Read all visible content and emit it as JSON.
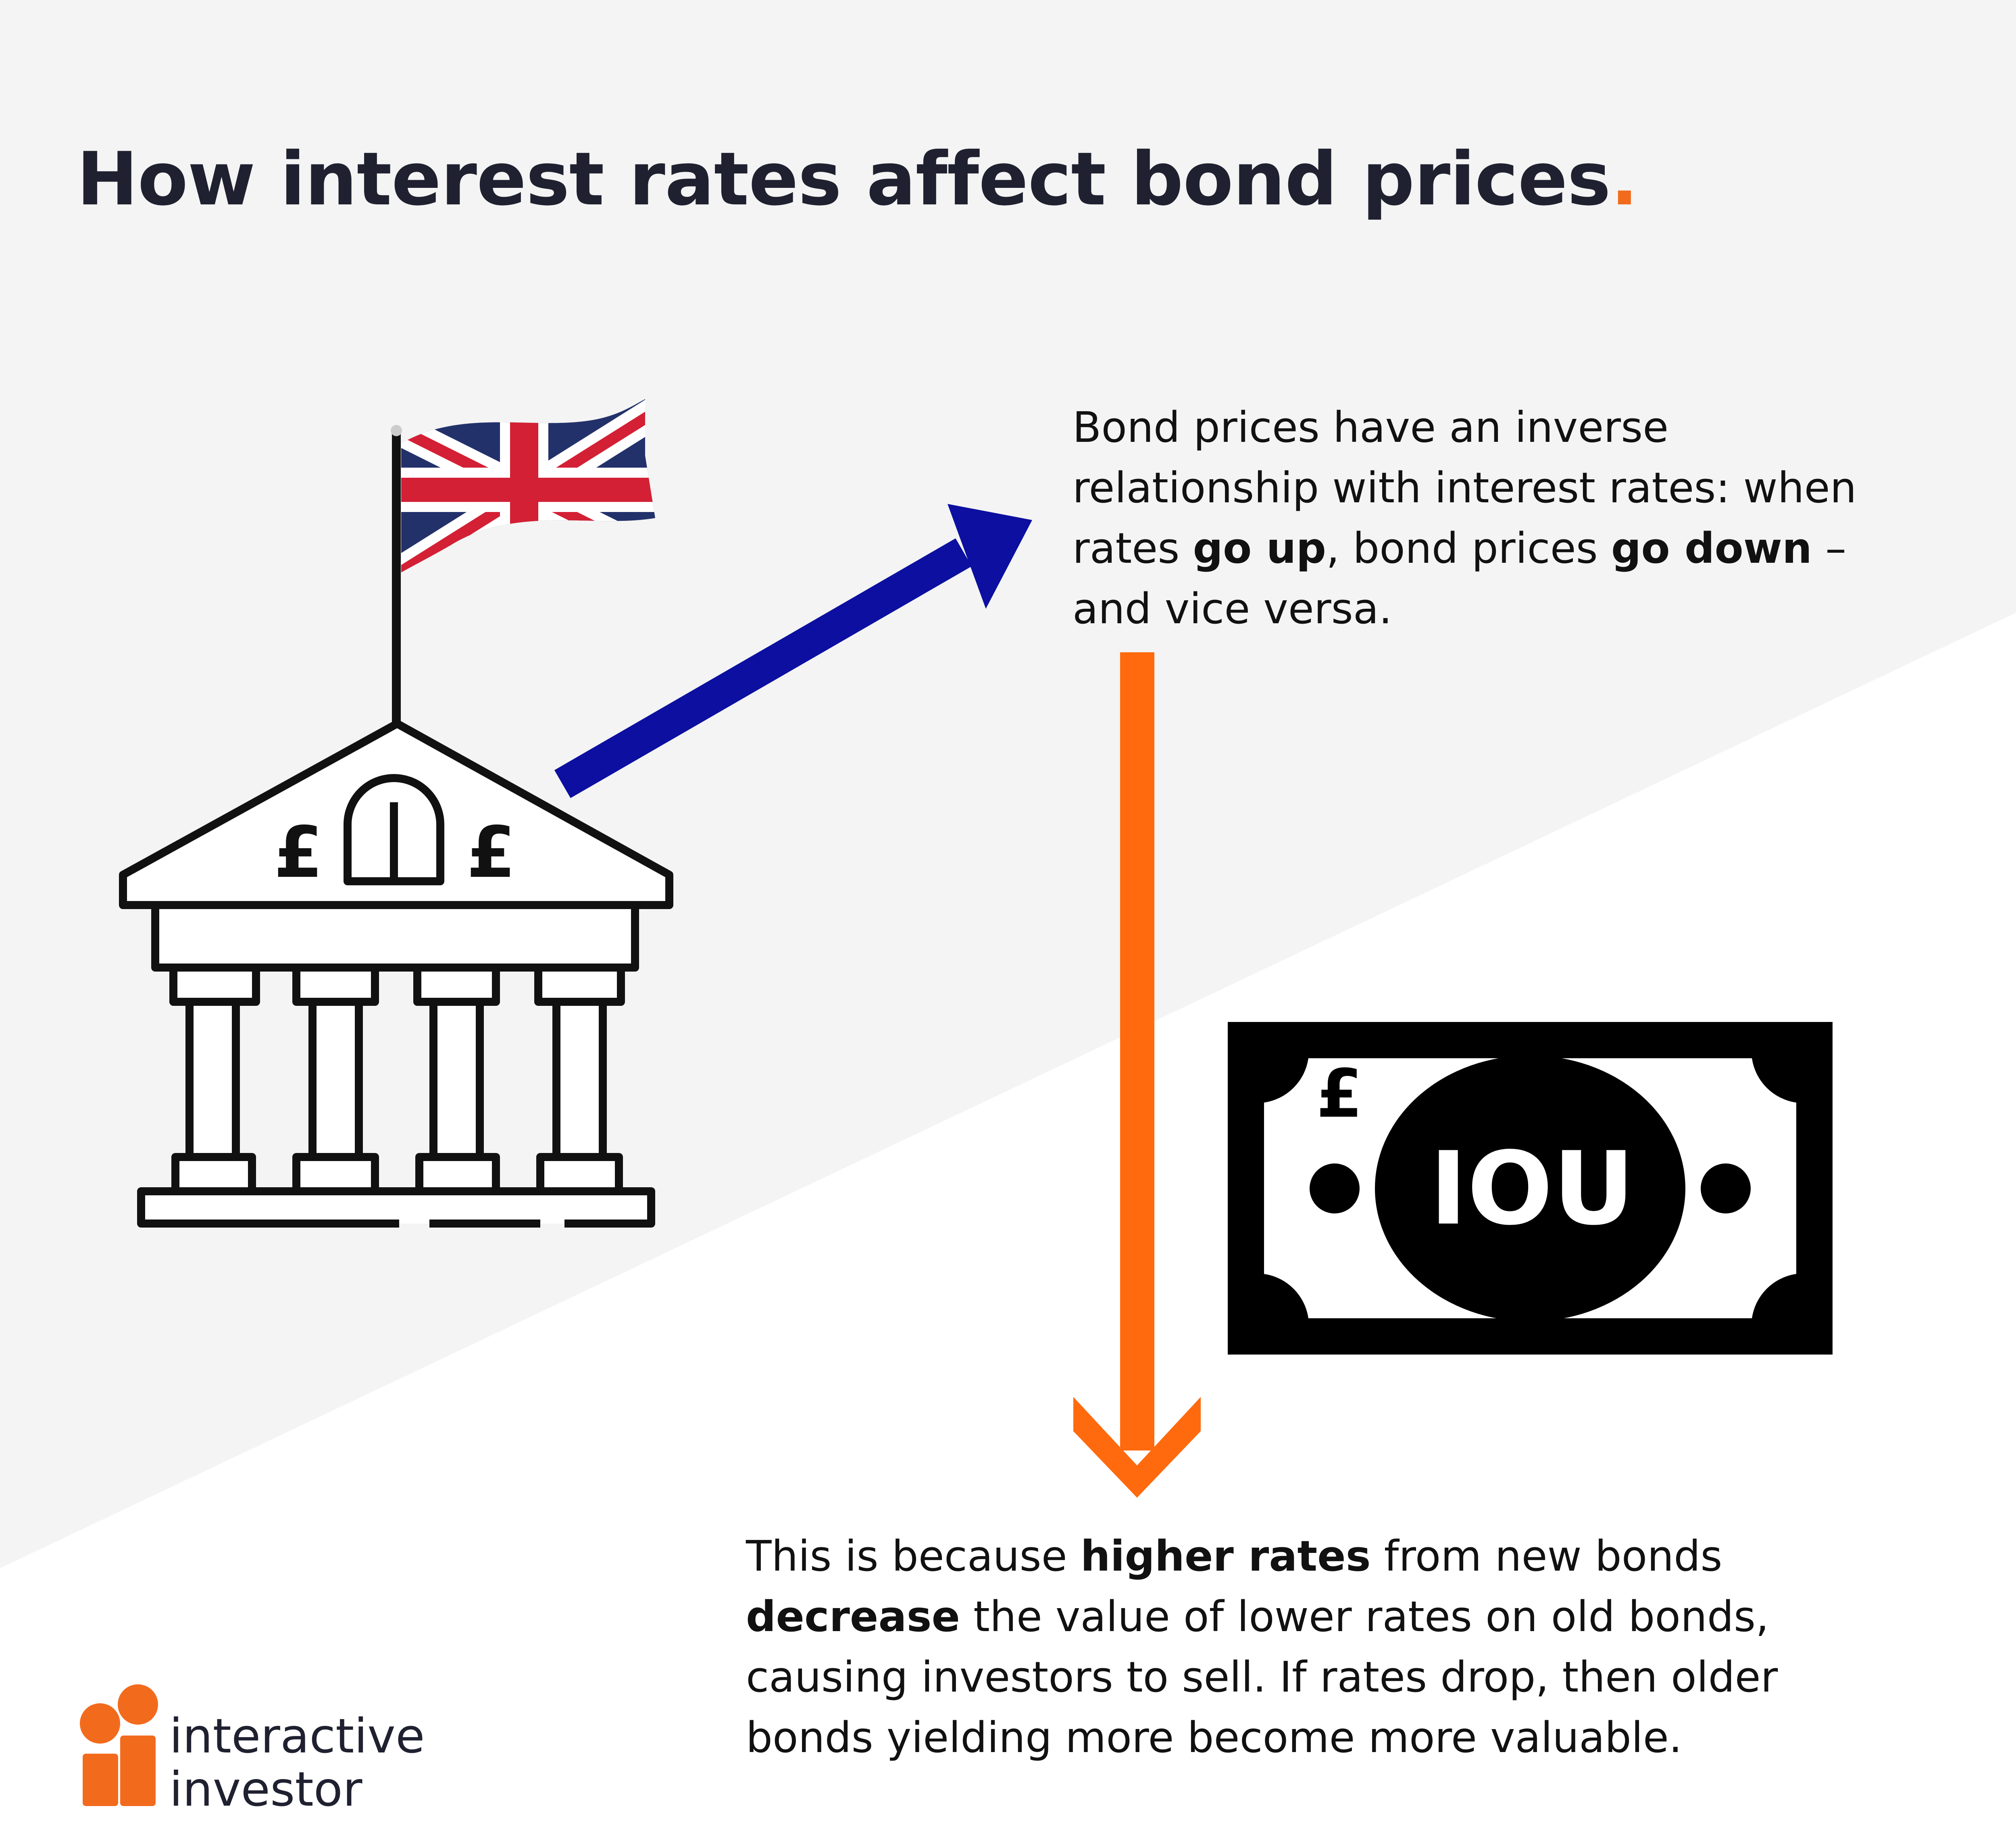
{
  "title": {
    "text": "How interest rates affect bond prices",
    "dot": "."
  },
  "paragraph_1": {
    "t1": "Bond prices have an inverse relationship with interest rates: when rates ",
    "b1": "go up",
    "t2": ", bond prices ",
    "b2": "go down",
    "t3": " – and vice versa."
  },
  "paragraph_2": {
    "t1": "This is because ",
    "b1": "higher rates",
    "t2": " from new bonds ",
    "b2": "decrease",
    "t3": " the value of lower rates on old bonds, causing investors to sell. If rates drop, then older bonds yielding more become more valuable."
  },
  "illustrations": {
    "bank_symbol_left": "£",
    "bank_symbol_right": "£",
    "note_symbol": "£",
    "note_text": "IOU",
    "icons": [
      "union-flag-icon",
      "bank-building-icon",
      "iou-banknote-icon",
      "up-right-arrow-icon",
      "down-arrow-icon"
    ]
  },
  "brand": {
    "line1": "interactive",
    "line2": "investor"
  },
  "colors": {
    "background_top": "#f3f4f3",
    "background_bottom": "#ffffff",
    "title": "#1f2130",
    "accent_orange": "#f26b1d",
    "arrow_blue": "#0c0fa0",
    "arrow_orange": "#ff6a0e",
    "flag_blue": "#23316b",
    "flag_red": "#d32035",
    "icon_black": "#000000"
  }
}
